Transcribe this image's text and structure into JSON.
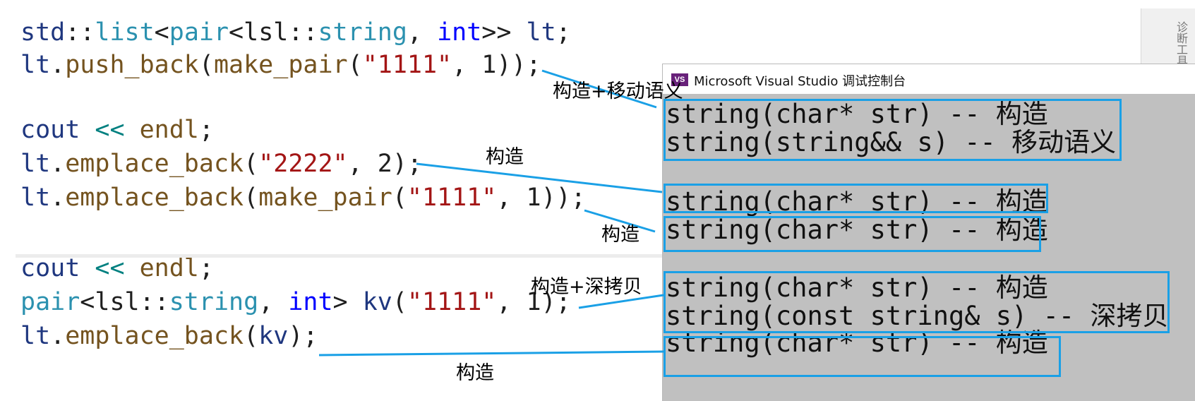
{
  "code_lines": [
    [
      {
        "t": "std",
        "c": "id"
      },
      {
        "t": "::",
        "c": "plain"
      },
      {
        "t": "list",
        "c": "ty"
      },
      {
        "t": "<",
        "c": "plain"
      },
      {
        "t": "pair",
        "c": "ty"
      },
      {
        "t": "<lsl::",
        "c": "plain"
      },
      {
        "t": "string",
        "c": "ty"
      },
      {
        "t": ", ",
        "c": "plain"
      },
      {
        "t": "int",
        "c": "kw"
      },
      {
        "t": ">> ",
        "c": "plain"
      },
      {
        "t": "lt",
        "c": "id"
      },
      {
        "t": ";",
        "c": "plain"
      }
    ],
    [
      {
        "t": "lt",
        "c": "id"
      },
      {
        "t": ".",
        "c": "plain"
      },
      {
        "t": "push_back",
        "c": "fn"
      },
      {
        "t": "(",
        "c": "plain"
      },
      {
        "t": "make_pair",
        "c": "fn"
      },
      {
        "t": "(",
        "c": "plain"
      },
      {
        "t": "\"1111\"",
        "c": "str"
      },
      {
        "t": ", 1));",
        "c": "plain"
      }
    ],
    [],
    [
      {
        "t": "cout",
        "c": "id"
      },
      {
        "t": " << ",
        "c": "op"
      },
      {
        "t": "endl",
        "c": "fn"
      },
      {
        "t": ";",
        "c": "plain"
      }
    ],
    [
      {
        "t": "lt",
        "c": "id"
      },
      {
        "t": ".",
        "c": "plain"
      },
      {
        "t": "emplace_back",
        "c": "fn"
      },
      {
        "t": "(",
        "c": "plain"
      },
      {
        "t": "\"2222\"",
        "c": "str"
      },
      {
        "t": ", 2);",
        "c": "plain"
      }
    ],
    [
      {
        "t": "lt",
        "c": "id"
      },
      {
        "t": ".",
        "c": "plain"
      },
      {
        "t": "emplace_back",
        "c": "fn"
      },
      {
        "t": "(",
        "c": "plain"
      },
      {
        "t": "make_pair",
        "c": "fn"
      },
      {
        "t": "(",
        "c": "plain"
      },
      {
        "t": "\"1111\"",
        "c": "str"
      },
      {
        "t": ", 1));",
        "c": "plain"
      }
    ],
    [],
    [
      {
        "t": "cout",
        "c": "id"
      },
      {
        "t": " << ",
        "c": "op"
      },
      {
        "t": "endl",
        "c": "fn"
      },
      {
        "t": ";",
        "c": "plain"
      }
    ],
    [
      {
        "t": "pair",
        "c": "ty"
      },
      {
        "t": "<lsl::",
        "c": "plain"
      },
      {
        "t": "string",
        "c": "ty"
      },
      {
        "t": ", ",
        "c": "plain"
      },
      {
        "t": "int",
        "c": "kw"
      },
      {
        "t": "> ",
        "c": "plain"
      },
      {
        "t": "kv",
        "c": "id"
      },
      {
        "t": "(",
        "c": "plain"
      },
      {
        "t": "\"1111\"",
        "c": "str"
      },
      {
        "t": ", 1);",
        "c": "plain"
      }
    ],
    [
      {
        "t": "lt",
        "c": "id"
      },
      {
        "t": ".",
        "c": "plain"
      },
      {
        "t": "emplace_back",
        "c": "fn"
      },
      {
        "t": "(",
        "c": "plain"
      },
      {
        "t": "kv",
        "c": "id"
      },
      {
        "t": ");",
        "c": "plain"
      }
    ]
  ],
  "console": {
    "title": "Microsoft Visual Studio 调试控制台",
    "lines": [
      "string(char* str) -- 构造",
      "string(string&& s) -- 移动语义",
      "",
      "string(char* str) -- 构造",
      "string(char* str) -- 构造",
      "",
      "string(char* str) -- 构造",
      "string(const string& s) -- 深拷贝",
      "string(char* str) -- 构造"
    ]
  },
  "annotations": [
    "构造+移动语义",
    "构造",
    "构造",
    "构造+深拷贝",
    "构造"
  ],
  "scrollbar_text": "诊断工具",
  "colors": {
    "accent": "#1aa0e6",
    "keyword": "#0000ff",
    "type": "#2b91af",
    "function": "#74531f",
    "string": "#a31515",
    "identifier": "#1f377f",
    "console_bg": "#c0c0c0"
  }
}
